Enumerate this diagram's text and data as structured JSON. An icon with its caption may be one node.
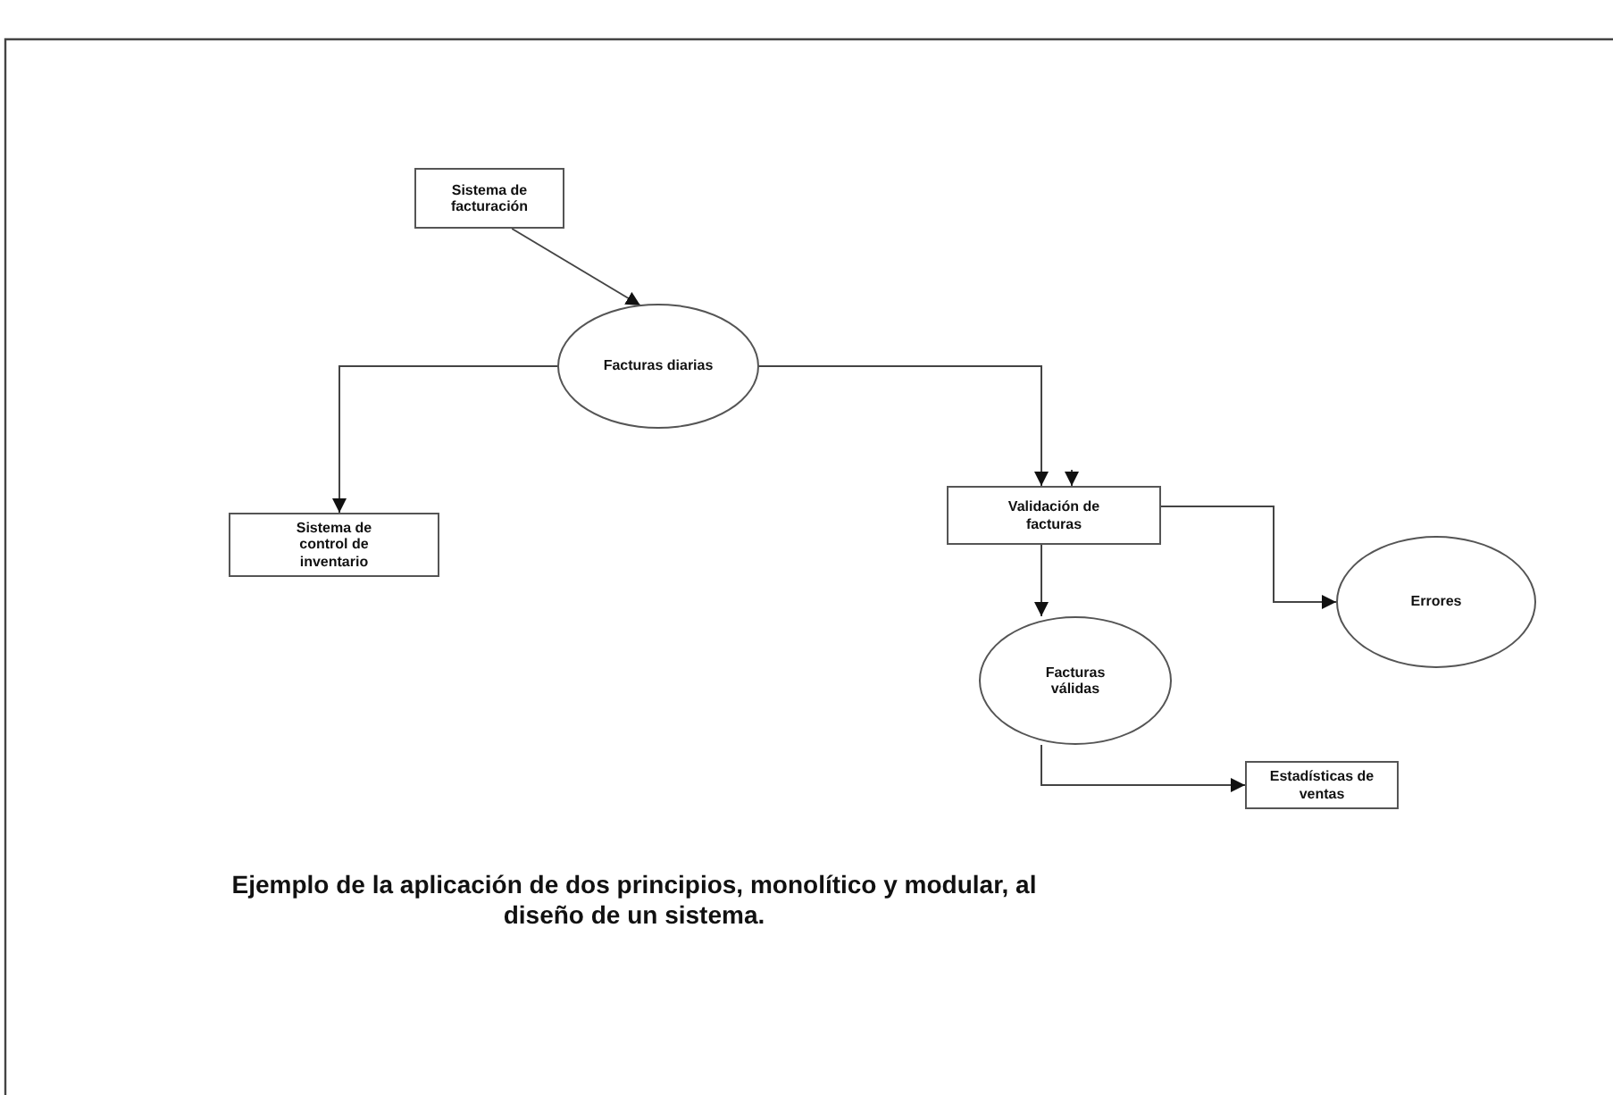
{
  "diagram": {
    "caption": "Ejemplo de la  aplicación de dos principios, monolítico y modular, al diseño de un sistema.",
    "nodes": [
      {
        "text": [
          "Sistema de facturación"
        ]
      },
      {
        "text": [
          "Facturas diarias"
        ]
      },
      {
        "text": [
          "Sistema de control de inventario"
        ]
      },
      {
        "text": [
          "Validación de facturas"
        ]
      },
      {
        "text": [
          "Errores"
        ]
      },
      {
        "text": [
          "Facturas válidas"
        ]
      },
      {
        "text": [
          "Estadísticas de ventas"
        ]
      }
    ],
    "edges": [
      {
        "from": 0,
        "to": 1,
        "arrow": "to"
      },
      {
        "from": 1,
        "to": 2,
        "arrow": "to"
      },
      {
        "from": 1,
        "to": 3,
        "arrow": "to"
      },
      {
        "from": null,
        "to": 3,
        "arrow": "to"
      },
      {
        "from": 3,
        "to": 4,
        "arrow": "to"
      },
      {
        "from": 3,
        "to": 5,
        "arrow": "to"
      },
      {
        "from": 5,
        "to": 6,
        "arrow": "to"
      }
    ]
  }
}
